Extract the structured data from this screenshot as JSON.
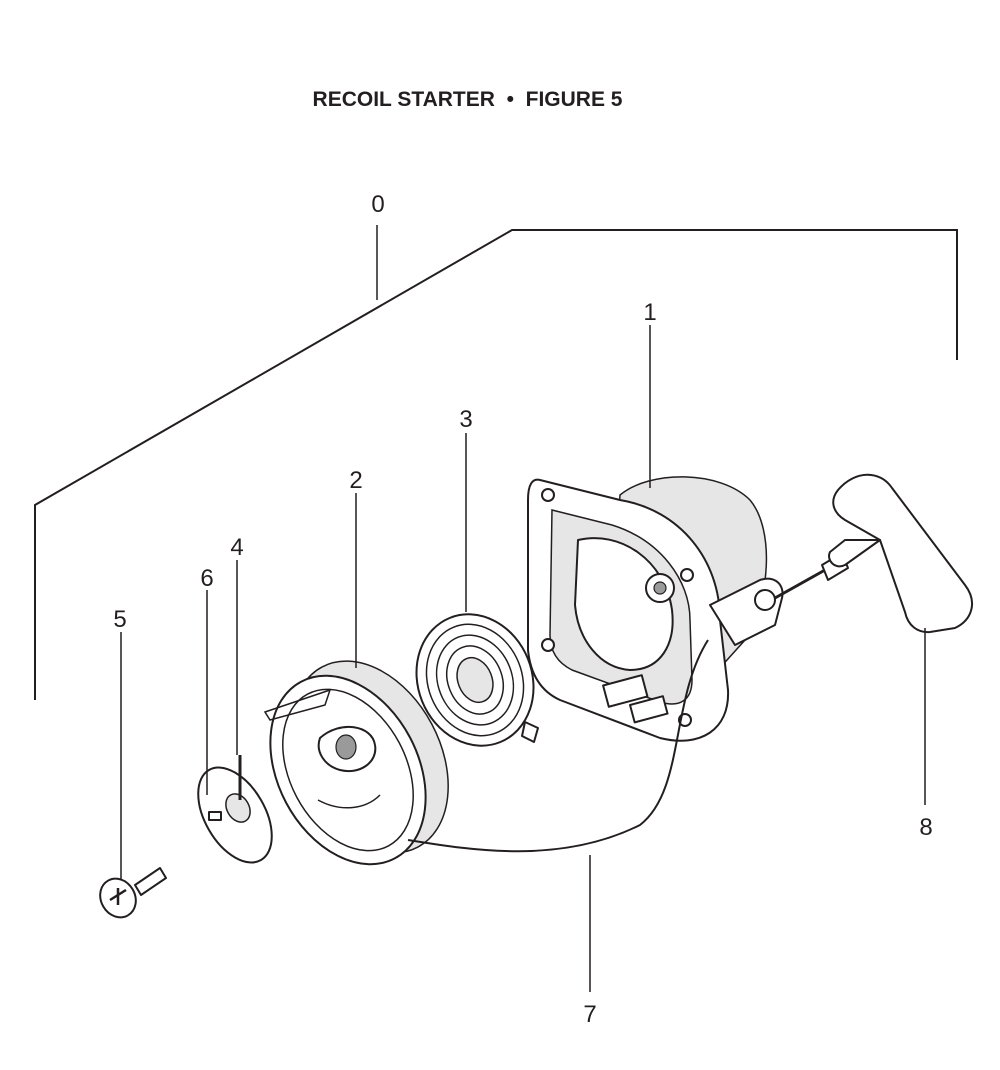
{
  "title": "RECOIL STARTER  •  FIGURE 5",
  "callouts": {
    "c0": "0",
    "c1": "1",
    "c2": "2",
    "c3": "3",
    "c4": "4",
    "c5": "5",
    "c6": "6",
    "c7": "7",
    "c8": "8"
  },
  "colors": {
    "line": "#231f20",
    "background": "#ffffff"
  }
}
